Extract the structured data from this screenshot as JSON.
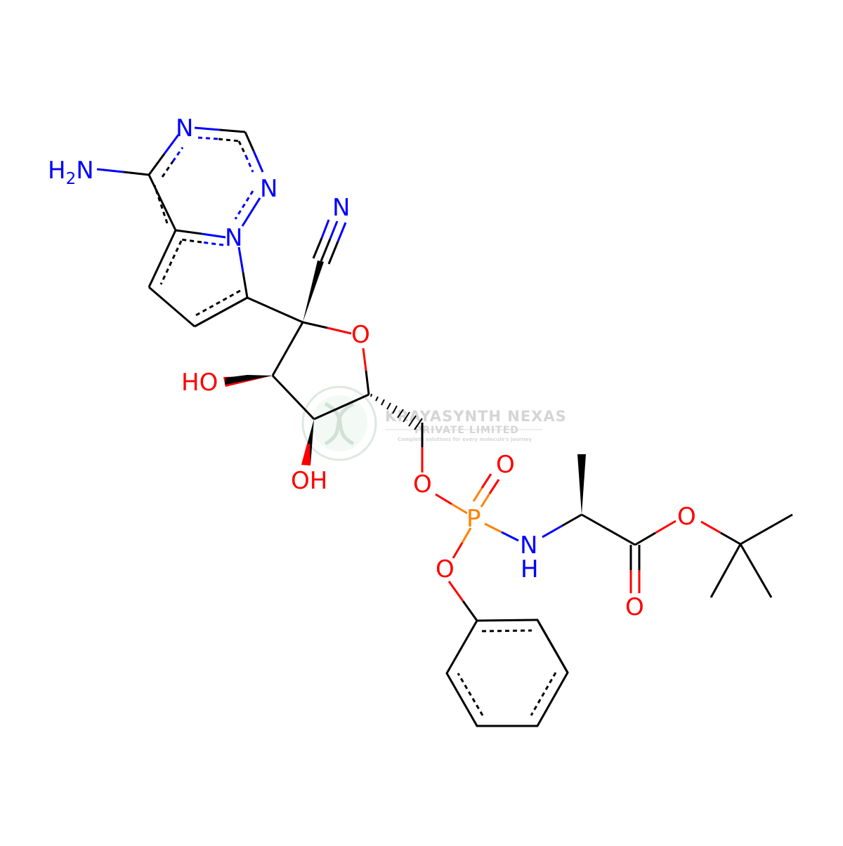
{
  "colors": {
    "bond": "#000000",
    "nitrogen": "#0000ff",
    "oxygen": "#ff0000",
    "phosphorus": "#ff8000",
    "watermark": "#9fbfa8"
  },
  "atoms": {
    "amine": {
      "prefix": "H",
      "sub": "2",
      "suffix": "N"
    },
    "n_top": "N",
    "n_right": "N",
    "n_bridge": "N",
    "n_nitrile": "N",
    "o_ring": "O",
    "oh_left": "HO",
    "oh_bottom": "OH",
    "o_ester_link": "O",
    "o_phosphoryl": "O",
    "p": "P",
    "o_phenoxy": "O",
    "nh_n": "N",
    "nh_h": "H",
    "o_ester": "O",
    "o_carbonyl": "O"
  },
  "watermark": {
    "title": "KRAYASYNTH NEXAS",
    "subtitle": "PRIVATE LIMITED",
    "tagline": "Complete solutions for every molecule's journey"
  }
}
